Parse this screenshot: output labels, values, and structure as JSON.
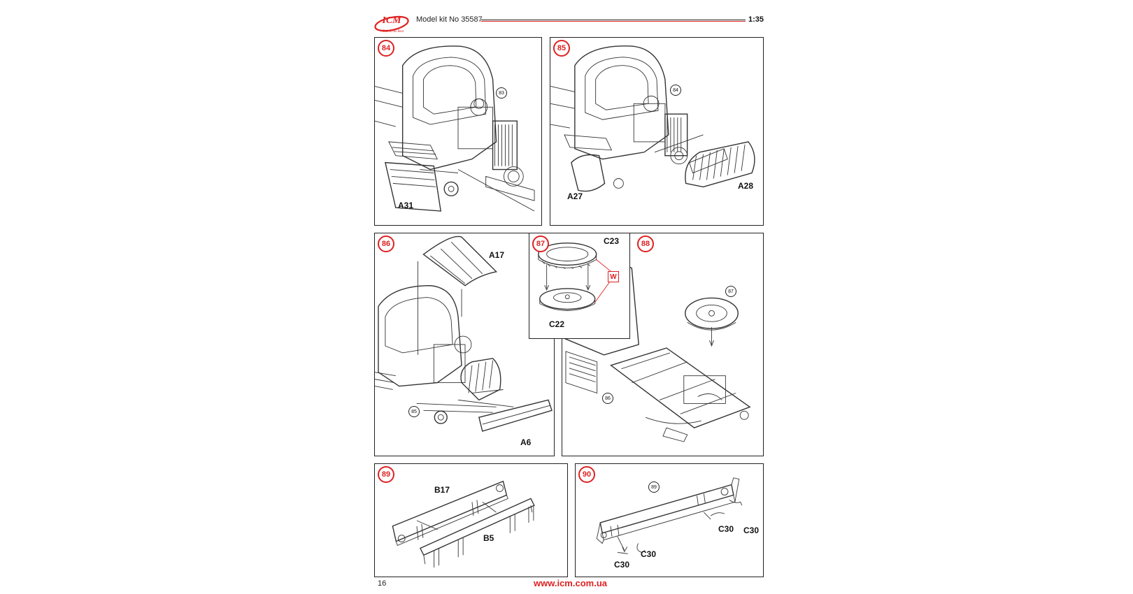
{
  "header": {
    "logo_text": "ICM",
    "logo_tagline": "This is the Best",
    "kit_title": "Model kit No 35587",
    "scale": "1:35"
  },
  "steps": [
    {
      "number": "84",
      "ref": "83",
      "parts": [
        "A31"
      ]
    },
    {
      "number": "85",
      "ref": "84",
      "parts": [
        "A27",
        "A28"
      ]
    },
    {
      "number": "86",
      "ref": "85",
      "parts": [
        "A17",
        "A6"
      ]
    },
    {
      "number": "87",
      "glue_mark": "W",
      "parts": [
        "C23",
        "C22"
      ]
    },
    {
      "number": "88",
      "refs": [
        "87",
        "86"
      ]
    },
    {
      "number": "89",
      "parts": [
        "B17",
        "B5"
      ]
    },
    {
      "number": "90",
      "ref": "89",
      "parts": [
        "C30",
        "C30",
        "C30",
        "C30"
      ]
    }
  ],
  "footer": {
    "page_number": "16",
    "url": "www.icm.com.ua"
  }
}
